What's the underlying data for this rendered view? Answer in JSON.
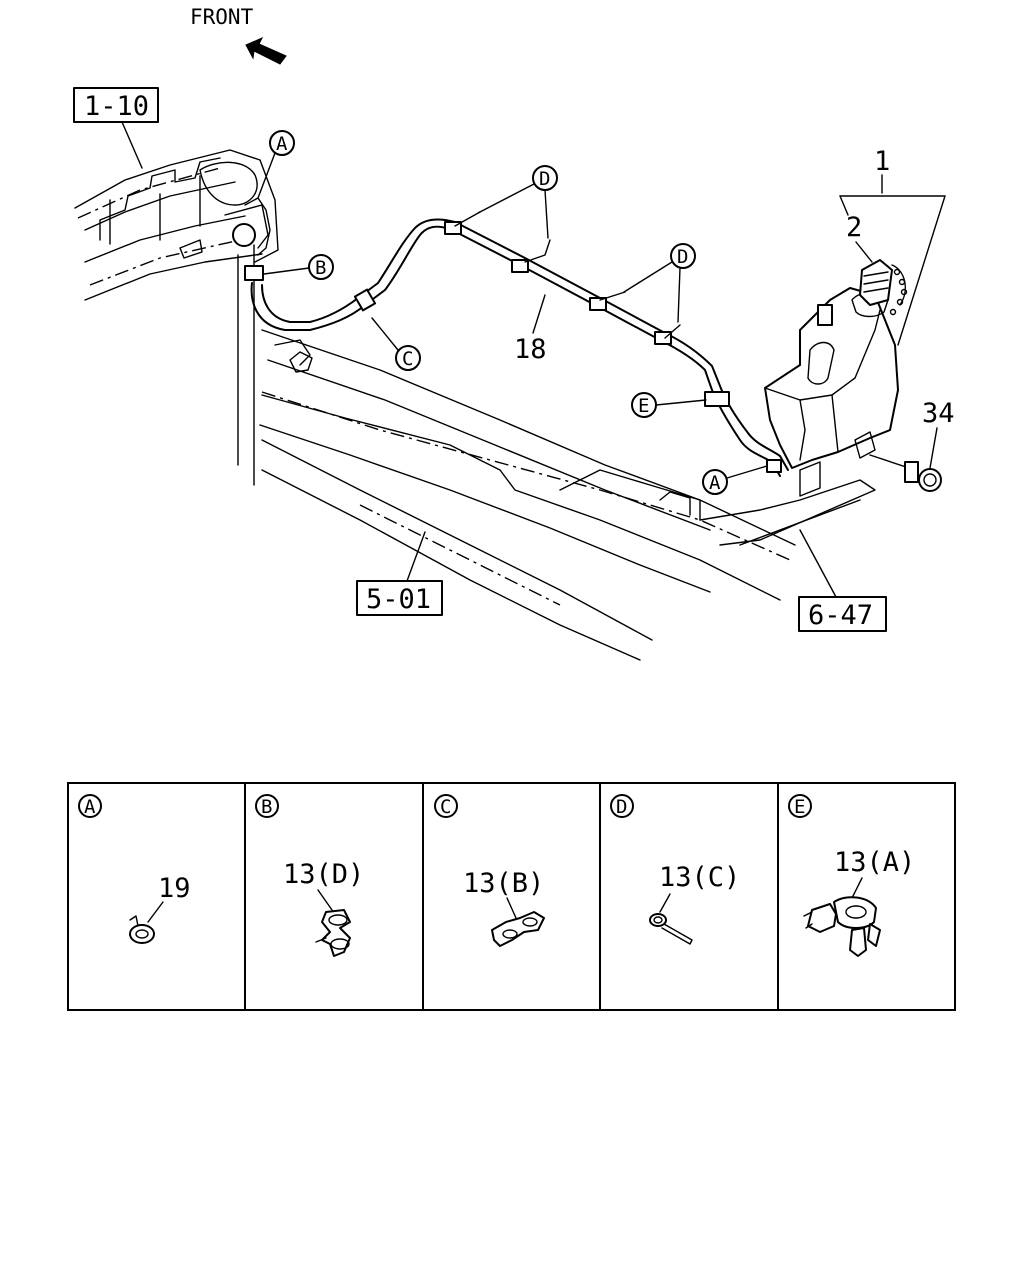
{
  "front_label": "FRONT",
  "ref_boxes": {
    "r1": "1-10",
    "r2": "5-01",
    "r3": "6-47"
  },
  "part_numbers": {
    "p1": "1",
    "p2": "2",
    "p18": "18",
    "p34": "34"
  },
  "callouts": {
    "a": "A",
    "b": "B",
    "c": "C",
    "d": "D",
    "e": "E"
  },
  "details": [
    {
      "letter": "A",
      "part": "19"
    },
    {
      "letter": "B",
      "part": "13(D)"
    },
    {
      "letter": "C",
      "part": "13(B)"
    },
    {
      "letter": "D",
      "part": "13(C)"
    },
    {
      "letter": "E",
      "part": "13(A)"
    }
  ]
}
